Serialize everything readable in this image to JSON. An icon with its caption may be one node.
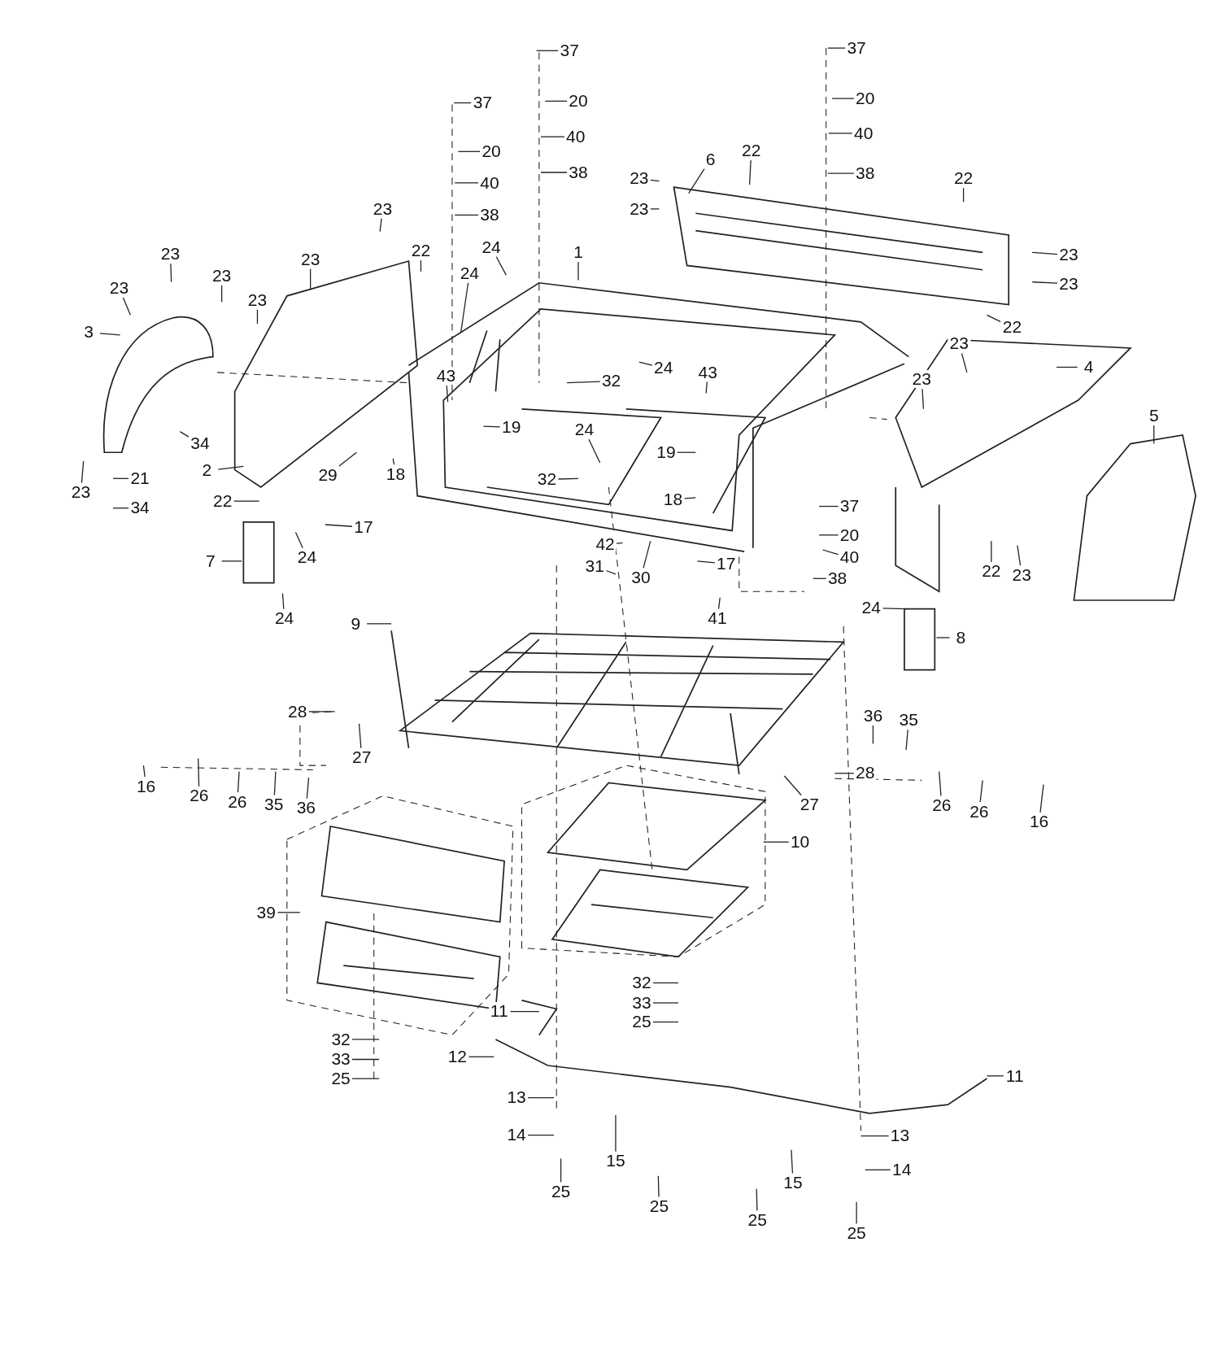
{
  "diagram": {
    "nodes": [
      {
        "text": [
          "37"
        ]
      },
      {
        "text": [
          "37"
        ]
      },
      {
        "text": [
          "20"
        ]
      },
      {
        "text": [
          "37"
        ]
      },
      {
        "text": [
          "20"
        ]
      },
      {
        "text": [
          "20"
        ]
      },
      {
        "text": [
          "40"
        ]
      },
      {
        "text": [
          "40"
        ]
      },
      {
        "text": [
          "40"
        ]
      },
      {
        "text": [
          "38"
        ]
      },
      {
        "text": [
          "38"
        ]
      },
      {
        "text": [
          "6"
        ]
      },
      {
        "text": [
          "22"
        ]
      },
      {
        "text": [
          "38"
        ]
      },
      {
        "text": [
          "22"
        ]
      },
      {
        "text": [
          "23"
        ]
      },
      {
        "text": [
          "23"
        ]
      },
      {
        "text": [
          "23"
        ]
      },
      {
        "text": [
          "23"
        ]
      },
      {
        "text": [
          "22"
        ]
      },
      {
        "text": [
          "1"
        ]
      },
      {
        "text": [
          "24"
        ]
      },
      {
        "text": [
          "23"
        ]
      },
      {
        "text": [
          "22"
        ]
      },
      {
        "text": [
          "23"
        ]
      },
      {
        "text": [
          "23"
        ]
      },
      {
        "text": [
          "23"
        ]
      },
      {
        "text": [
          "23"
        ]
      },
      {
        "text": [
          "23"
        ]
      },
      {
        "text": [
          "24"
        ]
      },
      {
        "text": [
          "3"
        ]
      },
      {
        "text": [
          "23"
        ]
      },
      {
        "text": [
          "4"
        ]
      },
      {
        "text": [
          "23"
        ]
      },
      {
        "text": [
          "32"
        ]
      },
      {
        "text": [
          "24"
        ]
      },
      {
        "text": [
          "43"
        ]
      },
      {
        "text": [
          "43"
        ]
      },
      {
        "text": [
          "19"
        ]
      },
      {
        "text": [
          "19"
        ]
      },
      {
        "text": [
          "24"
        ]
      },
      {
        "text": [
          "34"
        ]
      },
      {
        "text": [
          "5"
        ]
      },
      {
        "text": [
          "2"
        ]
      },
      {
        "text": [
          "29"
        ]
      },
      {
        "text": [
          "18"
        ]
      },
      {
        "text": [
          "21"
        ]
      },
      {
        "text": [
          "32"
        ]
      },
      {
        "text": [
          "18"
        ]
      },
      {
        "text": [
          "23"
        ]
      },
      {
        "text": [
          "34"
        ]
      },
      {
        "text": [
          "22"
        ]
      },
      {
        "text": [
          "37"
        ]
      },
      {
        "text": [
          "17"
        ]
      },
      {
        "text": [
          "20"
        ]
      },
      {
        "text": [
          "7"
        ]
      },
      {
        "text": [
          "24"
        ]
      },
      {
        "text": [
          "42"
        ]
      },
      {
        "text": [
          "40"
        ]
      },
      {
        "text": [
          "17"
        ]
      },
      {
        "text": [
          "31"
        ]
      },
      {
        "text": [
          "22"
        ]
      },
      {
        "text": [
          "23"
        ]
      },
      {
        "text": [
          "30"
        ]
      },
      {
        "text": [
          "38"
        ]
      },
      {
        "text": [
          "24"
        ]
      },
      {
        "text": [
          "24"
        ]
      },
      {
        "text": [
          "41"
        ]
      },
      {
        "text": [
          "9"
        ]
      },
      {
        "text": [
          "8"
        ]
      },
      {
        "text": [
          "28"
        ]
      },
      {
        "text": [
          "36"
        ]
      },
      {
        "text": [
          "35"
        ]
      },
      {
        "text": [
          "27"
        ]
      },
      {
        "text": [
          "28"
        ]
      },
      {
        "text": [
          "16"
        ]
      },
      {
        "text": [
          "26"
        ]
      },
      {
        "text": [
          "26"
        ]
      },
      {
        "text": [
          "35"
        ]
      },
      {
        "text": [
          "36"
        ]
      },
      {
        "text": [
          "27"
        ]
      },
      {
        "text": [
          "26"
        ]
      },
      {
        "text": [
          "26"
        ]
      },
      {
        "text": [
          "16"
        ]
      },
      {
        "text": [
          "10"
        ]
      },
      {
        "text": [
          "39"
        ]
      },
      {
        "text": [
          "32"
        ]
      },
      {
        "text": [
          "33"
        ]
      },
      {
        "text": [
          "11"
        ]
      },
      {
        "text": [
          "25"
        ]
      },
      {
        "text": [
          "32"
        ]
      },
      {
        "text": [
          "12"
        ]
      },
      {
        "text": [
          "33"
        ]
      },
      {
        "text": [
          "11"
        ]
      },
      {
        "text": [
          "25"
        ]
      },
      {
        "text": [
          "13"
        ]
      },
      {
        "text": [
          "13"
        ]
      },
      {
        "text": [
          "14"
        ]
      },
      {
        "text": [
          "14"
        ]
      },
      {
        "text": [
          "15"
        ]
      },
      {
        "text": [
          "15"
        ]
      },
      {
        "text": [
          "25"
        ]
      },
      {
        "text": [
          "25"
        ]
      },
      {
        "text": [
          "25"
        ]
      },
      {
        "text": [
          "25"
        ]
      }
    ],
    "edges": [
      {
        "from": 0,
        "to": null,
        "arrow": "none"
      },
      {
        "from": 1,
        "to": null,
        "arrow": "none"
      },
      {
        "from": 2,
        "to": null,
        "arrow": "none"
      },
      {
        "from": 3,
        "to": null,
        "arrow": "none"
      },
      {
        "from": 4,
        "to": null,
        "arrow": "none"
      },
      {
        "from": 5,
        "to": null,
        "arrow": "none"
      },
      {
        "from": 6,
        "to": null,
        "arrow": "none"
      },
      {
        "from": 7,
        "to": null,
        "arrow": "none"
      },
      {
        "from": 8,
        "to": null,
        "arrow": "none"
      },
      {
        "from": 9,
        "to": null,
        "arrow": "none"
      },
      {
        "from": 10,
        "to": null,
        "arrow": "none"
      },
      {
        "from": 11,
        "to": null,
        "arrow": "none"
      },
      {
        "from": 12,
        "to": null,
        "arrow": "none"
      },
      {
        "from": 13,
        "to": null,
        "arrow": "none"
      },
      {
        "from": 14,
        "to": null,
        "arrow": "none"
      },
      {
        "from": 15,
        "to": null,
        "arrow": "none"
      },
      {
        "from": 16,
        "to": null,
        "arrow": "none"
      },
      {
        "from": 17,
        "to": null,
        "arrow": "none"
      },
      {
        "from": 18,
        "to": null,
        "arrow": "none"
      },
      {
        "from": 19,
        "to": null,
        "arrow": "none"
      },
      {
        "from": 20,
        "to": null,
        "arrow": "none"
      },
      {
        "from": 21,
        "to": null,
        "arrow": "none"
      },
      {
        "from": 22,
        "to": null,
        "arrow": "none"
      },
      {
        "from": 23,
        "to": null,
        "arrow": "none"
      },
      {
        "from": 24,
        "to": null,
        "arrow": "none"
      },
      {
        "from": 25,
        "to": null,
        "arrow": "none"
      },
      {
        "from": 26,
        "to": null,
        "arrow": "none"
      },
      {
        "from": 27,
        "to": null,
        "arrow": "none"
      },
      {
        "from": 28,
        "to": null,
        "arrow": "none"
      },
      {
        "from": 29,
        "to": null,
        "arrow": "none"
      },
      {
        "from": 30,
        "to": null,
        "arrow": "none"
      },
      {
        "from": 31,
        "to": null,
        "arrow": "none"
      },
      {
        "from": 32,
        "to": null,
        "arrow": "none"
      },
      {
        "from": 33,
        "to": null,
        "arrow": "none"
      },
      {
        "from": 34,
        "to": null,
        "arrow": "none"
      },
      {
        "from": 35,
        "to": null,
        "arrow": "none"
      },
      {
        "from": 36,
        "to": null,
        "arrow": "none"
      },
      {
        "from": 37,
        "to": null,
        "arrow": "none"
      },
      {
        "from": 38,
        "to": null,
        "arrow": "none"
      },
      {
        "from": 39,
        "to": null,
        "arrow": "none"
      },
      {
        "from": 40,
        "to": null,
        "arrow": "none"
      },
      {
        "from": 41,
        "to": null,
        "arrow": "none"
      },
      {
        "from": 42,
        "to": null,
        "arrow": "none"
      },
      {
        "from": 43,
        "to": null,
        "arrow": "none"
      },
      {
        "from": 44,
        "to": null,
        "arrow": "none"
      },
      {
        "from": 45,
        "to": null,
        "arrow": "none"
      },
      {
        "from": 46,
        "to": null,
        "arrow": "none"
      },
      {
        "from": 47,
        "to": null,
        "arrow": "none"
      },
      {
        "from": 48,
        "to": null,
        "arrow": "none"
      },
      {
        "from": 49,
        "to": null,
        "arrow": "none"
      },
      {
        "from": 50,
        "to": null,
        "arrow": "none"
      },
      {
        "from": 51,
        "to": null,
        "arrow": "none"
      },
      {
        "from": 52,
        "to": null,
        "arrow": "none"
      },
      {
        "from": 53,
        "to": null,
        "arrow": "none"
      },
      {
        "from": 54,
        "to": null,
        "arrow": "none"
      },
      {
        "from": 55,
        "to": null,
        "arrow": "none"
      },
      {
        "from": 56,
        "to": null,
        "arrow": "none"
      },
      {
        "from": 57,
        "to": null,
        "arrow": "none"
      },
      {
        "from": 58,
        "to": null,
        "arrow": "none"
      },
      {
        "from": 59,
        "to": null,
        "arrow": "none"
      },
      {
        "from": 60,
        "to": null,
        "arrow": "none"
      },
      {
        "from": 61,
        "to": null,
        "arrow": "none"
      },
      {
        "from": 62,
        "to": null,
        "arrow": "none"
      },
      {
        "from": 63,
        "to": null,
        "arrow": "none"
      },
      {
        "from": 64,
        "to": null,
        "arrow": "none"
      },
      {
        "from": 65,
        "to": null,
        "arrow": "none"
      },
      {
        "from": 66,
        "to": null,
        "arrow": "none"
      },
      {
        "from": 67,
        "to": null,
        "arrow": "none"
      },
      {
        "from": 68,
        "to": null,
        "arrow": "none"
      },
      {
        "from": 69,
        "to": null,
        "arrow": "none"
      },
      {
        "from": 70,
        "to": null,
        "arrow": "none"
      },
      {
        "from": 71,
        "to": null,
        "arrow": "none"
      },
      {
        "from": 72,
        "to": null,
        "arrow": "none"
      },
      {
        "from": 73,
        "to": null,
        "arrow": "none"
      },
      {
        "from": 74,
        "to": null,
        "arrow": "none"
      },
      {
        "from": 75,
        "to": null,
        "arrow": "none"
      },
      {
        "from": 76,
        "to": null,
        "arrow": "none"
      },
      {
        "from": 77,
        "to": null,
        "arrow": "none"
      },
      {
        "from": 78,
        "to": null,
        "arrow": "none"
      },
      {
        "from": 79,
        "to": null,
        "arrow": "none"
      },
      {
        "from": 80,
        "to": null,
        "arrow": "none"
      },
      {
        "from": 81,
        "to": null,
        "arrow": "none"
      },
      {
        "from": 82,
        "to": null,
        "arrow": "none"
      },
      {
        "from": 83,
        "to": null,
        "arrow": "none"
      },
      {
        "from": 84,
        "to": null,
        "arrow": "none"
      },
      {
        "from": 85,
        "to": null,
        "arrow": "none"
      },
      {
        "from": 86,
        "to": null,
        "arrow": "none"
      },
      {
        "from": 87,
        "to": null,
        "arrow": "none"
      },
      {
        "from": 88,
        "to": null,
        "arrow": "none"
      },
      {
        "from": 89,
        "to": null,
        "arrow": "none"
      },
      {
        "from": 90,
        "to": null,
        "arrow": "none"
      },
      {
        "from": 91,
        "to": null,
        "arrow": "none"
      },
      {
        "from": 92,
        "to": null,
        "arrow": "none"
      },
      {
        "from": 93,
        "to": null,
        "arrow": "none"
      },
      {
        "from": 94,
        "to": null,
        "arrow": "none"
      },
      {
        "from": 95,
        "to": null,
        "arrow": "none"
      },
      {
        "from": 96,
        "to": null,
        "arrow": "none"
      },
      {
        "from": 97,
        "to": null,
        "arrow": "none"
      },
      {
        "from": 98,
        "to": null,
        "arrow": "none"
      },
      {
        "from": 99,
        "to": null,
        "arrow": "none"
      },
      {
        "from": 100,
        "to": null,
        "arrow": "none"
      },
      {
        "from": 101,
        "to": null,
        "arrow": "none"
      },
      {
        "from": 102,
        "to": null,
        "arrow": "none"
      },
      {
        "from": 103,
        "to": null,
        "arrow": "none"
      },
      {
        "from": 104,
        "to": null,
        "arrow": "none"
      }
    ]
  }
}
